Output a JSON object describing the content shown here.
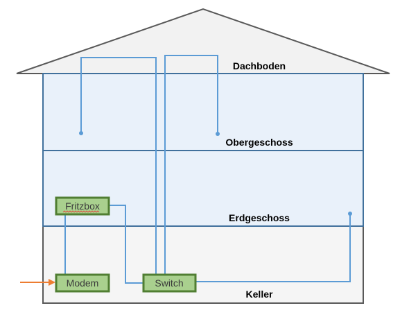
{
  "floors": {
    "attic": "Dachboden",
    "upper": "Obergeschoss",
    "ground": "Erdgeschoss",
    "basement": "Keller"
  },
  "devices": {
    "fritzbox": "Fritzbox",
    "modem": "Modem",
    "switch": "Switch"
  },
  "colors": {
    "roof_fill": "#f2f2f2",
    "roof_stroke": "#595959",
    "floor_fill": "#e9f1fa",
    "floor_stroke": "#41719c",
    "basement_fill": "#f5f5f5",
    "basement_stroke": "#595959",
    "cable": "#5b9bd5",
    "device_fill": "#a9d08e",
    "device_stroke": "#507e32",
    "incoming_arrow": "#ed7d31"
  },
  "icons": {
    "incoming_line": "arrow-right-icon"
  }
}
